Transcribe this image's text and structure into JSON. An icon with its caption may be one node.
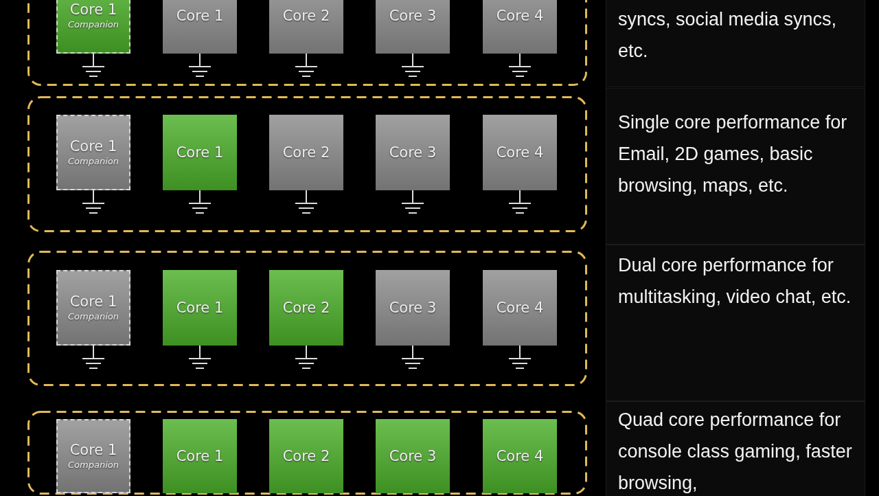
{
  "diagram": {
    "nodes": [
      {
        "text": [],
        "shape": "box",
        "beside": [
          "syncs, social media syncs, etc."
        ]
      },
      {
        "text": [
          "Core 1",
          "Companion"
        ],
        "in": 0
      },
      {
        "text": [
          "Core 1"
        ],
        "in": 0
      },
      {
        "text": [
          "Core 2"
        ],
        "in": 0
      },
      {
        "text": [
          "Core 3"
        ],
        "in": 0
      },
      {
        "text": [
          "Core 4"
        ],
        "in": 0
      },
      {
        "text": [],
        "shape": "box",
        "beside": [
          "Single core performance for Email, 2D games, basic browsing, maps, etc."
        ]
      },
      {
        "text": [
          "Core 1",
          "Companion"
        ],
        "in": 6
      },
      {
        "text": [
          "Core 1"
        ],
        "in": 6
      },
      {
        "text": [
          "Core 2"
        ],
        "in": 6
      },
      {
        "text": [
          "Core 3"
        ],
        "in": 6
      },
      {
        "text": [
          "Core 4"
        ],
        "in": 6
      },
      {
        "text": [],
        "shape": "box",
        "beside": [
          "Dual core performance for multitasking, video chat, etc."
        ]
      },
      {
        "text": [
          "Core 1",
          "Companion"
        ],
        "in": 12
      },
      {
        "text": [
          "Core 1"
        ],
        "in": 12
      },
      {
        "text": [
          "Core 2"
        ],
        "in": 12
      },
      {
        "text": [
          "Core 3"
        ],
        "in": 12
      },
      {
        "text": [
          "Core 4"
        ],
        "in": 12
      },
      {
        "text": [],
        "shape": "box",
        "beside": [
          "Quad core performance for console class gaming, faster browsing,"
        ]
      },
      {
        "text": [
          "Core 1",
          "Companion"
        ],
        "in": 18
      },
      {
        "text": [
          "Core 1"
        ],
        "in": 18
      },
      {
        "text": [
          "Core 2"
        ],
        "in": 18
      },
      {
        "text": [
          "Core 3"
        ],
        "in": 18
      },
      {
        "text": [
          "Core 4"
        ],
        "in": 18
      }
    ]
  }
}
